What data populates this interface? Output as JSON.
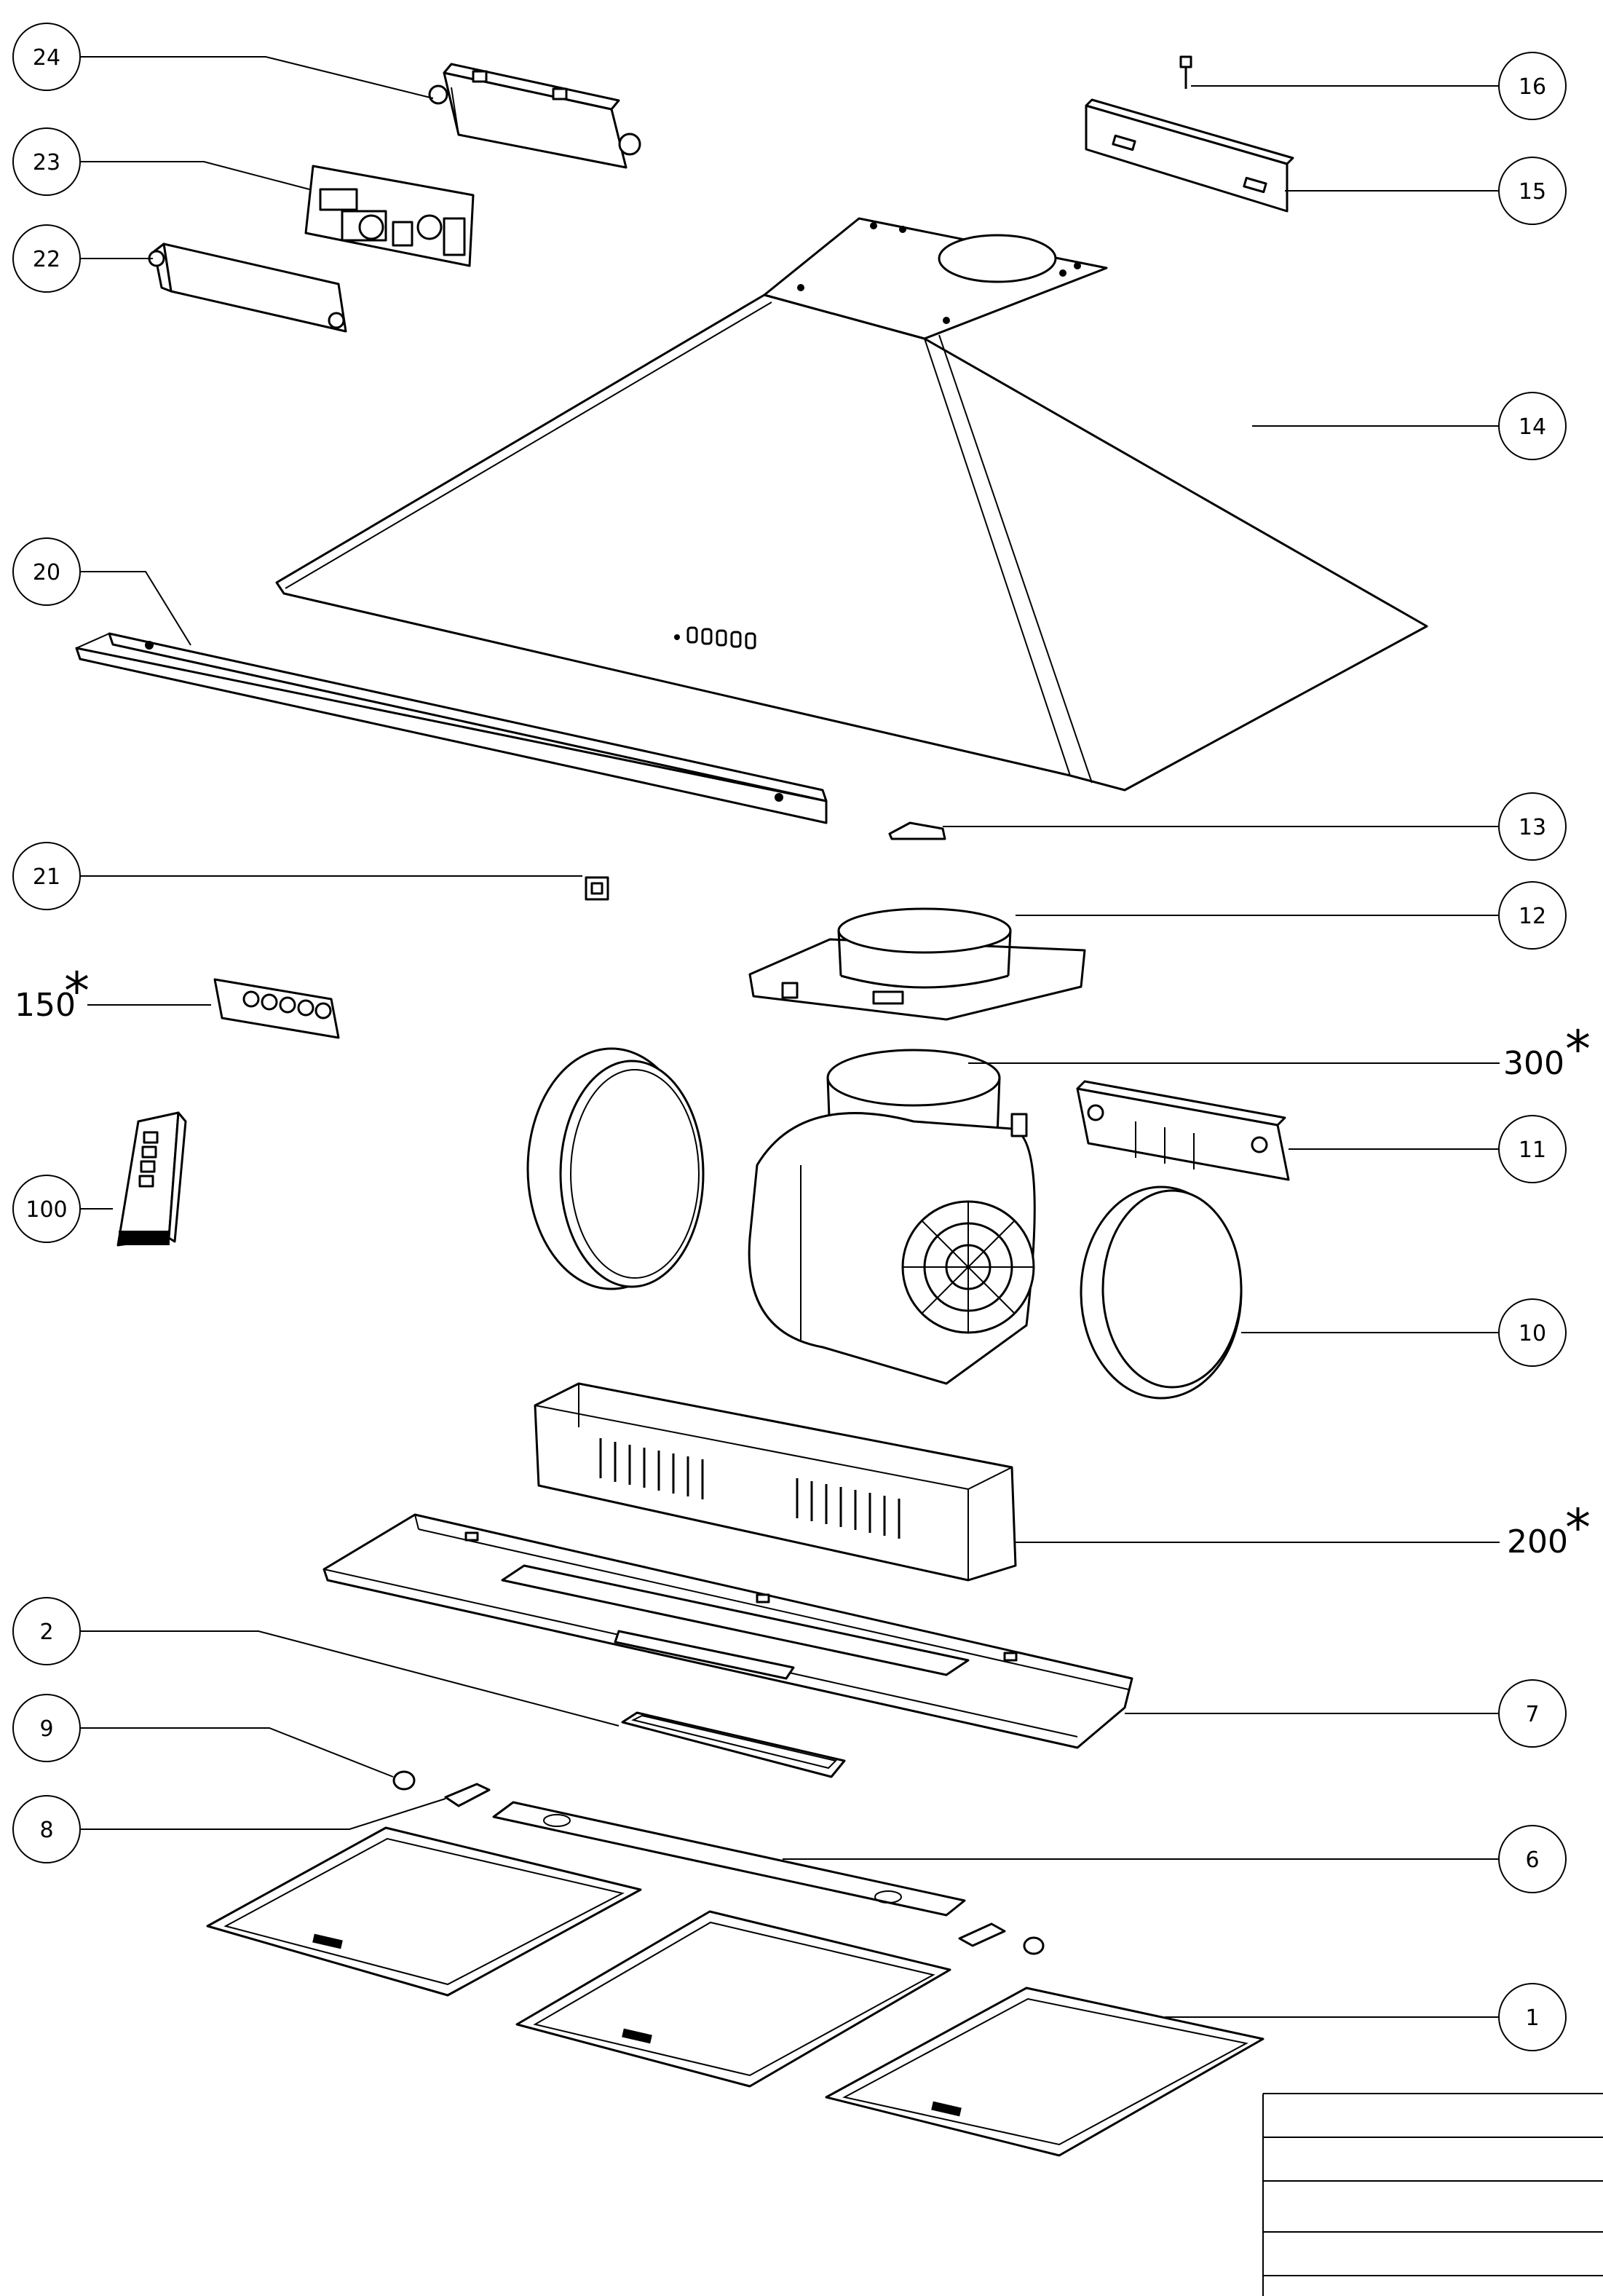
{
  "callouts": {
    "c1": "1",
    "c2": "2",
    "c6": "6",
    "c7": "7",
    "c8": "8",
    "c9": "9",
    "c10": "10",
    "c11": "11",
    "c12": "12",
    "c13": "13",
    "c14": "14",
    "c15": "15",
    "c16": "16",
    "c20": "20",
    "c21": "21",
    "c22": "22",
    "c23": "23",
    "c24": "24",
    "c100": "100"
  },
  "starred": {
    "c150": "150",
    "c200": "200",
    "c300": "300",
    "star": "*"
  }
}
